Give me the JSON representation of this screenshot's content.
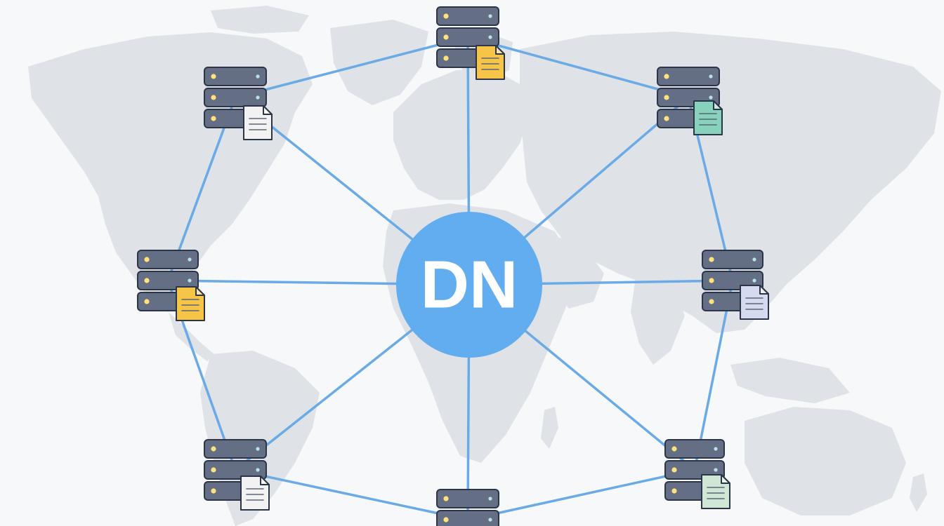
{
  "hub": {
    "label": "DN",
    "color": "#62adf0"
  },
  "colors": {
    "background": "#f7f8fa",
    "continents": "#dfe2e7",
    "links": "#6aaae6",
    "server_body": "#646f85",
    "server_outline": "#2c3548"
  },
  "servers": [
    {
      "id": "top",
      "document_color": "#f6c447"
    },
    {
      "id": "upper-left",
      "document_color": "#f2f2f2"
    },
    {
      "id": "upper-right",
      "document_color": "#86d2bc"
    },
    {
      "id": "left",
      "document_color": "#f6c447"
    },
    {
      "id": "right",
      "document_color": "#d6daf0"
    },
    {
      "id": "lower-left",
      "document_color": "#f2f2f2"
    },
    {
      "id": "lower-right",
      "document_color": "#cfe7d4"
    },
    {
      "id": "bottom",
      "document_color": ""
    }
  ],
  "icons": {
    "server": "server-rack-icon",
    "document": "document-icon",
    "map": "world-map"
  }
}
